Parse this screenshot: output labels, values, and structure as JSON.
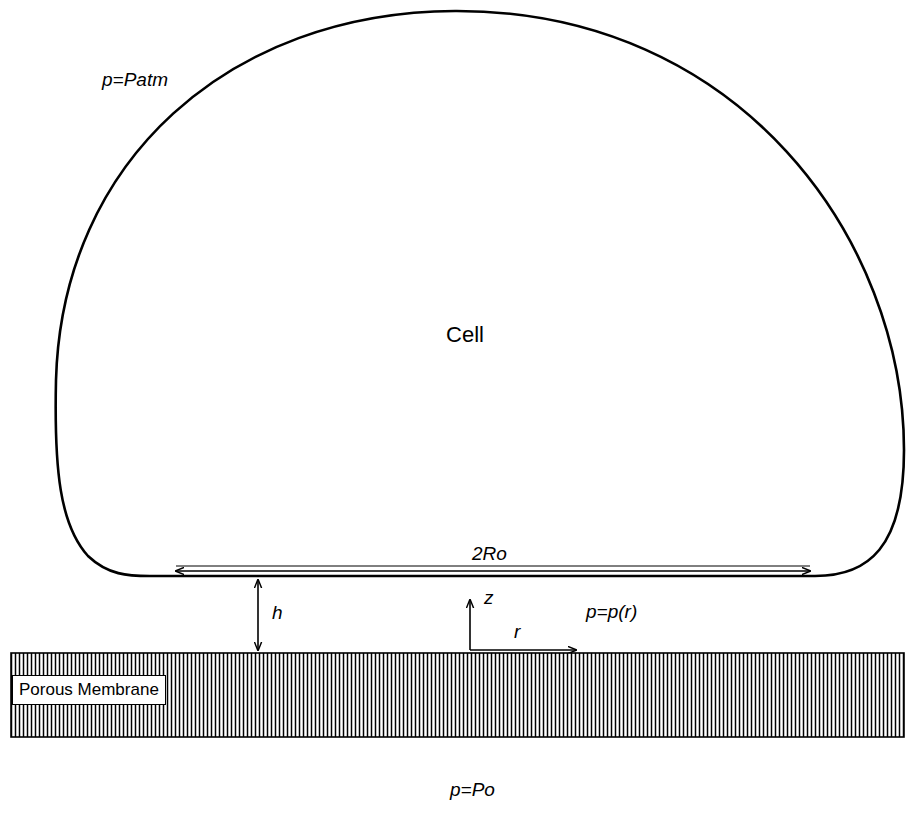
{
  "diagram": {
    "nodes": [
      {
        "text": [
          "Cell"
        ]
      },
      {
        "text": [
          "Porous Membrane"
        ]
      }
    ],
    "labels": [
      "p=Patm",
      "2Ro",
      "h",
      "z",
      "r",
      "p=p(r)",
      "p=Po"
    ]
  }
}
